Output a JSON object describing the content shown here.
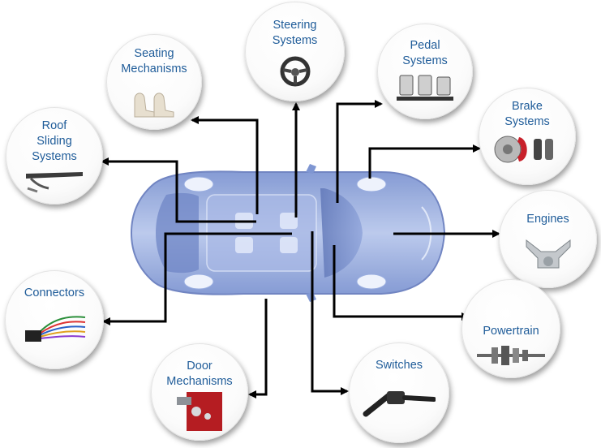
{
  "diagram": {
    "center": {
      "name": "car-top-view"
    },
    "components": [
      {
        "id": "seating",
        "label": "Seating\nMechanisms",
        "icon": "car-seat-icon"
      },
      {
        "id": "steering",
        "label": "Steering\nSystems",
        "icon": "steering-wheel-icon"
      },
      {
        "id": "pedal",
        "label": "Pedal\nSystems",
        "icon": "pedal-set-icon"
      },
      {
        "id": "roof",
        "label": "Roof\nSliding\nSystems",
        "icon": "roof-rail-icon"
      },
      {
        "id": "brake",
        "label": "Brake\nSystems",
        "icon": "brake-disc-caliper-icon"
      },
      {
        "id": "engines",
        "label": "Engines",
        "icon": "engine-block-icon"
      },
      {
        "id": "connectors",
        "label": "Connectors",
        "icon": "wire-connector-icon"
      },
      {
        "id": "powertrain",
        "label": "Powertrain",
        "icon": "gear-shaft-icon"
      },
      {
        "id": "door",
        "label": "Door\nMechanisms",
        "icon": "door-latch-icon"
      },
      {
        "id": "switches",
        "label": "Switches",
        "icon": "stalk-switch-icon"
      }
    ],
    "colors": {
      "label": "#1f5c99",
      "arrow": "#000000",
      "car": "#8fa6dc"
    }
  }
}
